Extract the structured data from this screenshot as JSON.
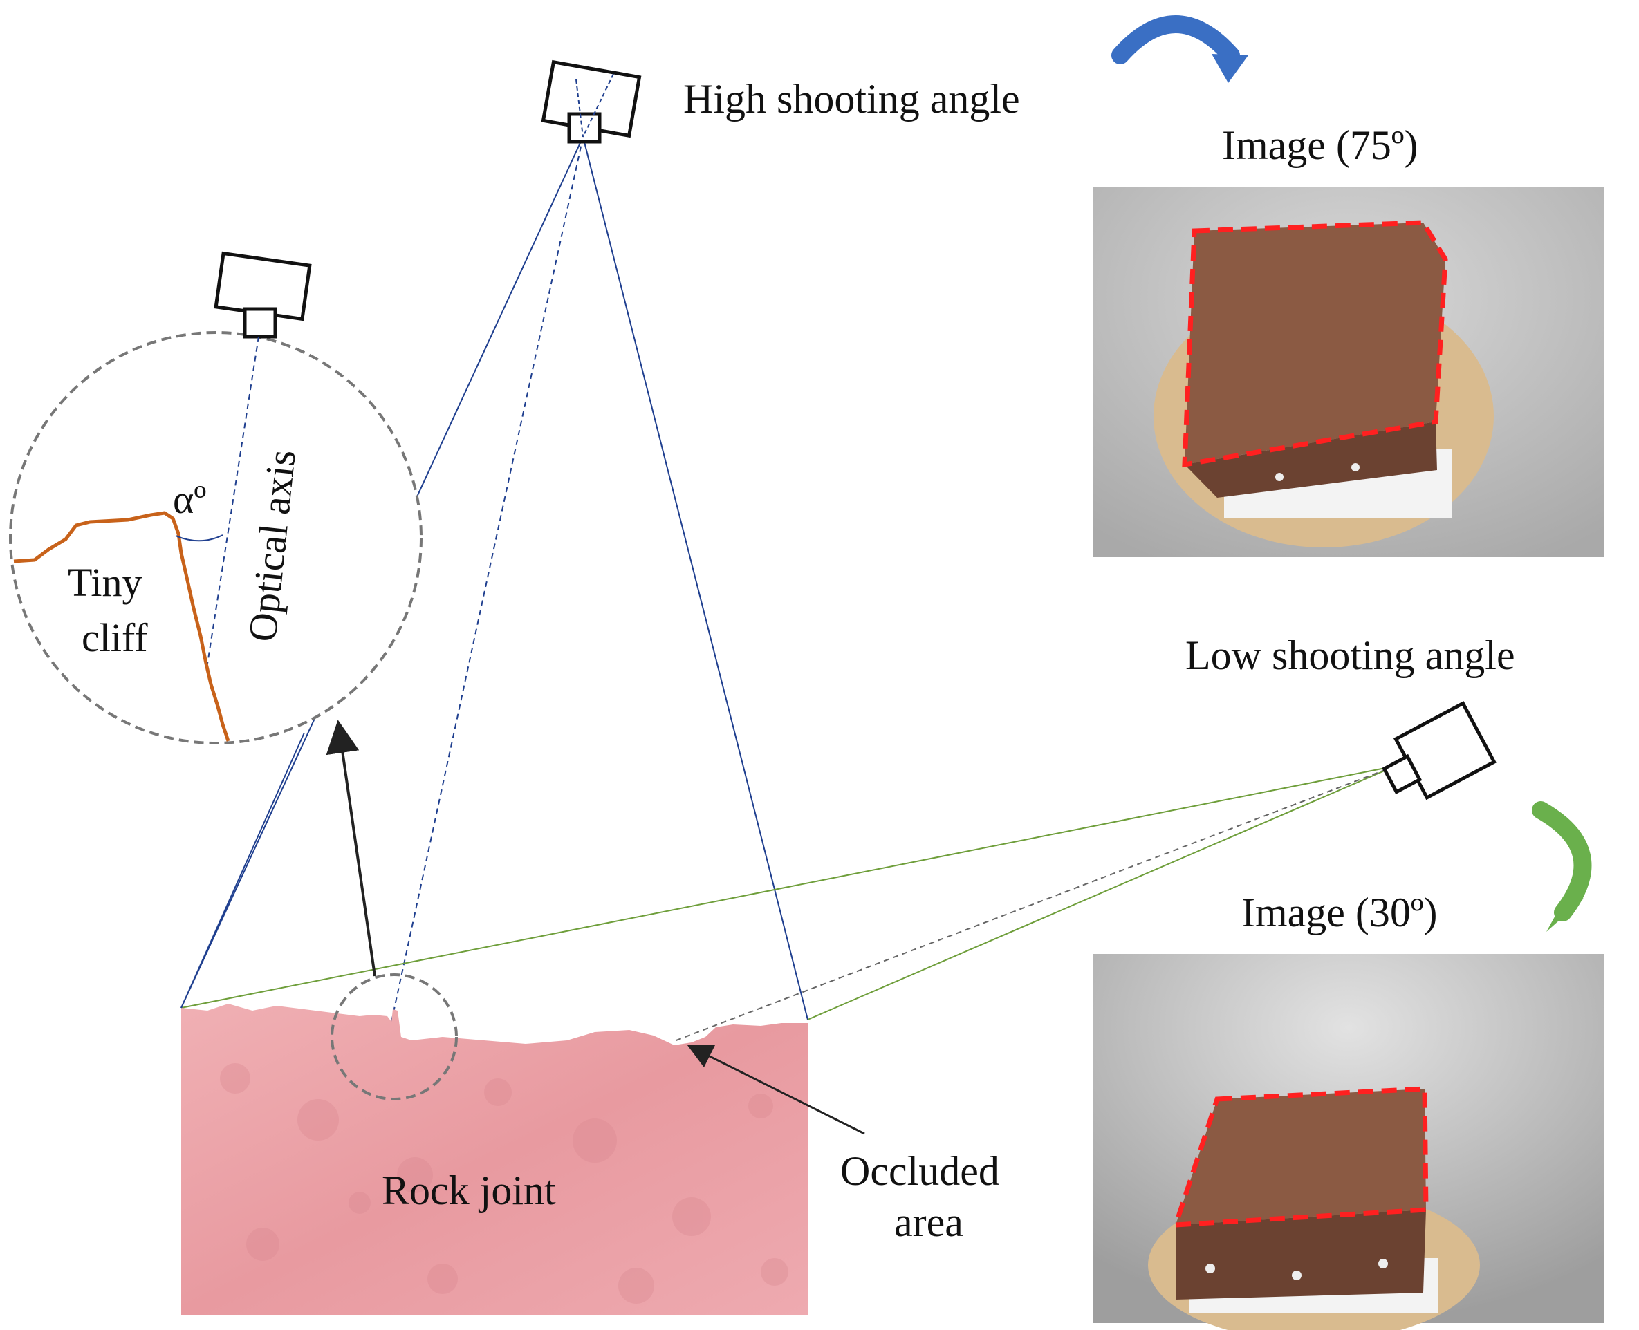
{
  "labels": {
    "high_angle": "High shooting angle",
    "low_angle": "Low shooting angle",
    "image_high": "Image (75º)",
    "image_low": "Image (30º)",
    "optical_axis": "Optical axis",
    "alpha": "αº",
    "tiny": "Tiny",
    "cliff": "cliff",
    "rock_joint": "Rock joint",
    "occluded_1": "Occluded",
    "occluded_2": "area"
  },
  "colors": {
    "rock": "#eba3a8",
    "cliff_line": "#c8621a",
    "high_view_lines": "#1f3f8f",
    "low_view_lines": "#6e9e3a",
    "arrow_blue": "#3a6fc4",
    "arrow_green": "#6ab04c",
    "dashed_circle": "#777777",
    "crop_outline": "#ff2020"
  },
  "icons": [
    "camera-icon",
    "blue-rotate-arrow-icon",
    "green-rotate-arrow-icon"
  ]
}
